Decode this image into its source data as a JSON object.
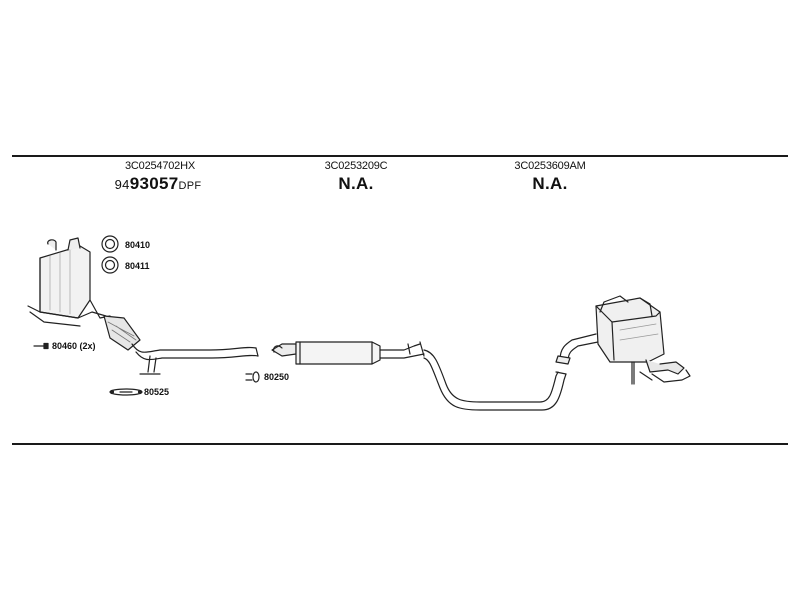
{
  "parts": [
    {
      "part_no": "3C0254702HX",
      "code_prefix": "94",
      "code_main": "93057",
      "code_suffix": "DPF"
    },
    {
      "part_no": "3C0253209C",
      "code_main": "N.A."
    },
    {
      "part_no": "3C0253609AM",
      "code_main": "N.A."
    }
  ],
  "accessories": {
    "a80410": "80410",
    "a80411": "80411",
    "a80460": "80460 (2x)",
    "a80525": "80525",
    "a80250": "80250"
  }
}
